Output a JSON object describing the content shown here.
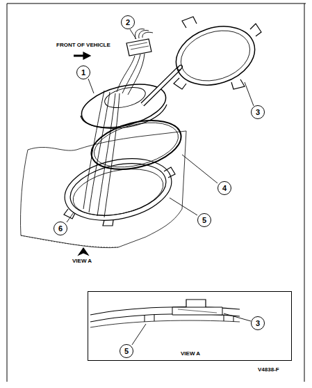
{
  "diagram": {
    "nodes": [
      {
        "text": [
          "VIEW A"
        ]
      }
    ],
    "labels": [
      "2",
      "FRONT OF VEHICLE",
      "3",
      "1",
      "4",
      "5",
      "6",
      "VIEW A",
      "3",
      "5",
      "V4838-F"
    ]
  }
}
